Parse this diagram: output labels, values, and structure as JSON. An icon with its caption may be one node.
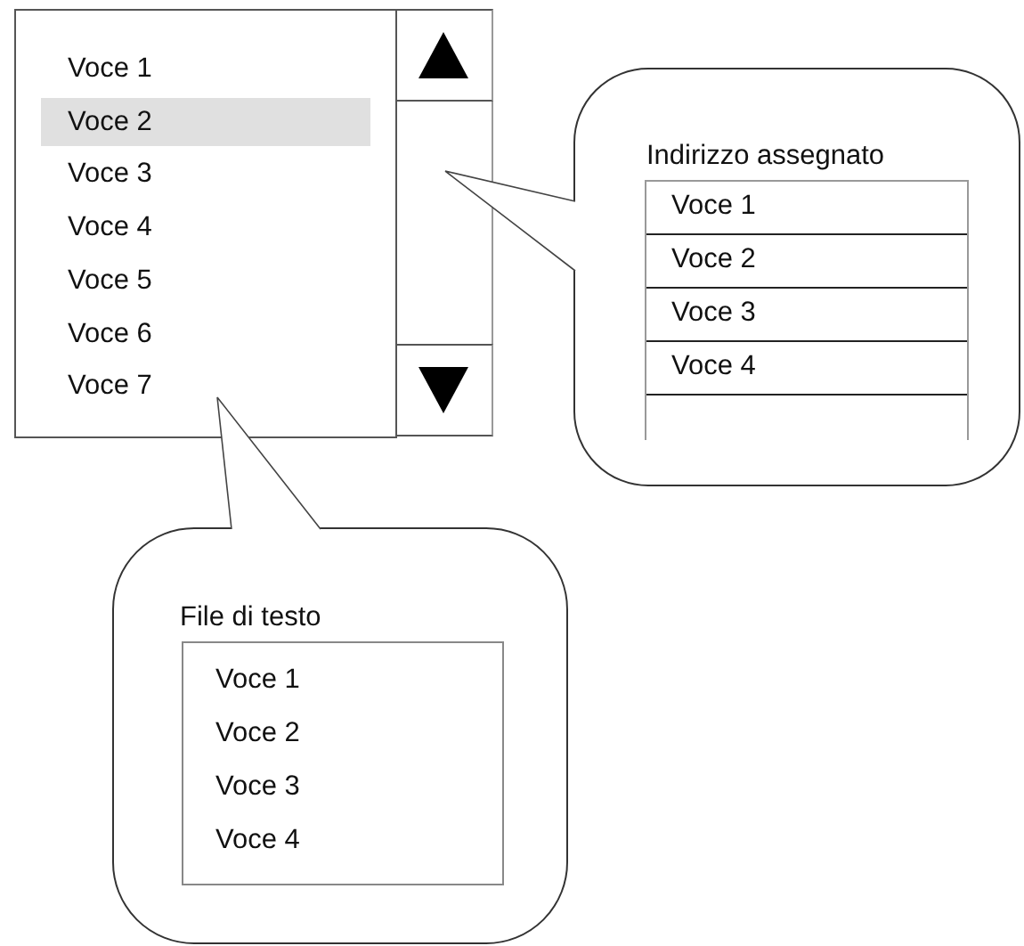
{
  "diagram": {
    "nodes": [
      {
        "text": [
          "Voce 1",
          "Voce 2",
          "Voce 3",
          "Voce 4",
          "Voce 5",
          "Voce 6",
          "Voce 7"
        ]
      },
      {
        "text": [],
        "shape": "box"
      },
      {
        "text": [
          "Indirizzo assegnato"
        ]
      },
      {
        "text": [
          "Voce 1",
          "Voce 2",
          "Voce 3",
          "Voce 4"
        ],
        "in": 2
      },
      {
        "text": [
          "File di testo"
        ]
      },
      {
        "text": [
          "Voce 1",
          "Voce 2",
          "Voce 3",
          "Voce 4"
        ],
        "in": 4
      }
    ],
    "edges": [
      {
        "from": 2,
        "to": 1,
        "arrow": "none"
      },
      {
        "from": 4,
        "to": 0,
        "arrow": "none"
      }
    ]
  }
}
